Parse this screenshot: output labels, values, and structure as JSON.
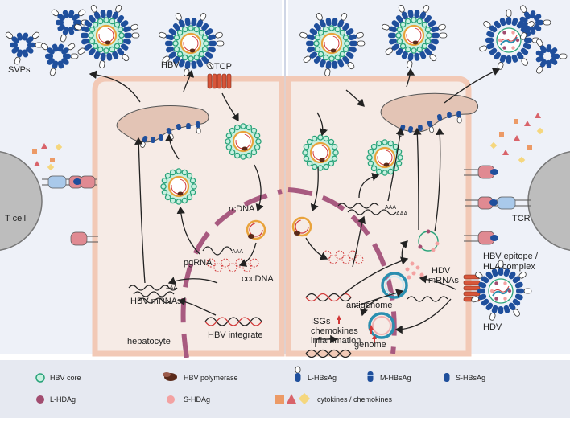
{
  "labels": {
    "svps": "SVPs",
    "hbv": "HBV",
    "ntcp": "NTCP",
    "t_cell": "T cell",
    "pgrna": "pgRNA",
    "rcdna_left": "rcDNA",
    "cccdna": "cccDNA",
    "hbv_mrnas": "HBV mRNAs",
    "hbv_integrate": "HBV integrate",
    "hepatocyte": "hepatocyte",
    "tcr": "TCR",
    "epitope_line1": "HBV epitope /",
    "epitope_line2": "HLA complex",
    "hdv_mrnas_line1": "HDV",
    "hdv_mrnas_line2": "mRNAs",
    "antigenome": "antigenome",
    "genome": "genome",
    "hdv": "HDV",
    "isgs": "ISGs",
    "chemokines": "chemokines",
    "inflammation": "inflammation",
    "up_arrow": "↑",
    "aaa": "AAA"
  },
  "legend": {
    "hbv_core": "HBV core",
    "hbv_polymerase": "HBV polymerase",
    "l_hbsag": "L-HBsAg",
    "m_hbsag": "M-HBsAg",
    "s_hbsag": "S-HBsAg",
    "l_hdag": "L-HDAg",
    "s_hdag": "S-HDAg",
    "cytokines": "cytokines / chemokines"
  },
  "colors": {
    "hbsag_blue": "#1f4f9c",
    "core_green": "#2aa37a",
    "core_fill": "#c9f0e0",
    "hepatocyte_fill": "#f6ebe6",
    "hepatocyte_border": "#f2c9b6",
    "nucleus_dash": "#a85a80",
    "rna_red": "#d23a3a",
    "ldhag": "#a24d70",
    "sdhag": "#f3a2a2",
    "er_fill": "#e3c4b5",
    "ntcp": "#d8563a",
    "cytokine_orange": "#ec9a66",
    "cytokine_red": "#d9636a",
    "cytokine_yellow": "#f5d77e",
    "tcell_gray": "#bdbdbd",
    "tcr_blue": "#a9c9ea",
    "hla_pink": "#e08a92"
  }
}
